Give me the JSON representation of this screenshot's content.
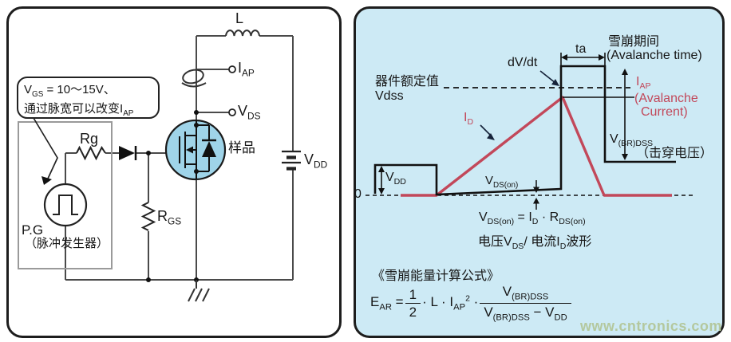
{
  "left_panel": {
    "callout": {
      "line1_segs": [
        [
          "V",
          ""
        ],
        [
          "GS",
          "sub"
        ],
        [
          " = 10～15V、",
          ""
        ]
      ],
      "line2_segs": [
        [
          "通过脉宽可以改变",
          ""
        ],
        [
          "I",
          ""
        ],
        [
          "AP",
          "sub"
        ]
      ]
    },
    "labels": {
      "inductor": "L",
      "iap_segs": [
        [
          "I",
          ""
        ],
        [
          "AP",
          "sub"
        ]
      ],
      "vds_segs": [
        [
          "V",
          ""
        ],
        [
          "DS",
          "sub"
        ]
      ],
      "vdd_segs": [
        [
          "V",
          ""
        ],
        [
          "DD",
          "sub"
        ]
      ],
      "rg": "Rg",
      "rgs_segs": [
        [
          "R",
          ""
        ],
        [
          "GS",
          "sub"
        ]
      ],
      "sample": "样品",
      "pg": "P.G",
      "pg_cn": "（脉冲发生器）"
    }
  },
  "right_panel": {
    "labels": {
      "rated_cn": "器件额定值",
      "rated_v": "Vdss",
      "dvdt": "dV/dt",
      "ta": "ta",
      "avalanche_cn": "雪崩期间",
      "avalanche_en": "(Avalanche time)",
      "iap_segs": [
        [
          "I",
          ""
        ],
        [
          "AP",
          "sub"
        ]
      ],
      "avalanche_current_1": "(Avalanche",
      "avalanche_current_2": "Current)",
      "id_segs": [
        [
          "I",
          ""
        ],
        [
          "D",
          "sub"
        ]
      ],
      "vbrdss_segs": [
        [
          "V",
          ""
        ],
        [
          "(BR)DSS",
          "sub"
        ]
      ],
      "breakdown_cn": "（击穿电压）",
      "vdd_segs": [
        [
          "V",
          ""
        ],
        [
          "DD",
          "sub"
        ]
      ],
      "zero": "0",
      "vdson_segs": [
        [
          "V",
          ""
        ],
        [
          "DS(on)",
          "sub"
        ]
      ]
    },
    "formulas": {
      "vdson_eq_segs": [
        [
          "V",
          ""
        ],
        [
          "DS(on)",
          "sub"
        ],
        [
          " = I",
          ""
        ],
        [
          "D",
          "sub"
        ],
        [
          " · R",
          ""
        ],
        [
          "DS(on)",
          "sub"
        ]
      ],
      "wave_caption_segs": [
        [
          "电压V",
          ""
        ],
        [
          "DS",
          "sub"
        ],
        [
          "/ 电流I",
          ""
        ],
        [
          "D",
          "sub"
        ],
        [
          "波形",
          ""
        ]
      ],
      "energy_title": "《雪崩能量计算公式》",
      "ear_lhs_segs": [
        [
          "E",
          ""
        ],
        [
          "AR",
          "sub"
        ],
        [
          " = ",
          ""
        ]
      ],
      "frac1_num": "1",
      "frac1_den": "2",
      "ear_mid_segs": [
        [
          " · L · I",
          ""
        ],
        [
          "AP",
          "sub"
        ],
        [
          "2",
          "sup"
        ],
        [
          " · ",
          ""
        ]
      ],
      "frac2_num_segs": [
        [
          "V",
          ""
        ],
        [
          "(BR)DSS",
          "sub"
        ]
      ],
      "frac2_den_segs": [
        [
          "V",
          ""
        ],
        [
          "(BR)DSS",
          "sub"
        ],
        [
          " − V",
          ""
        ],
        [
          "DD",
          "sub"
        ]
      ]
    },
    "watermark": "www.cntronics.com"
  },
  "colors": {
    "panel_bg": "#cdeaf5",
    "mosfet_fill": "#9fd4e9",
    "trace_red": "#c2485a",
    "trace_black": "#111111",
    "watermark_green": "#b4c89e"
  }
}
